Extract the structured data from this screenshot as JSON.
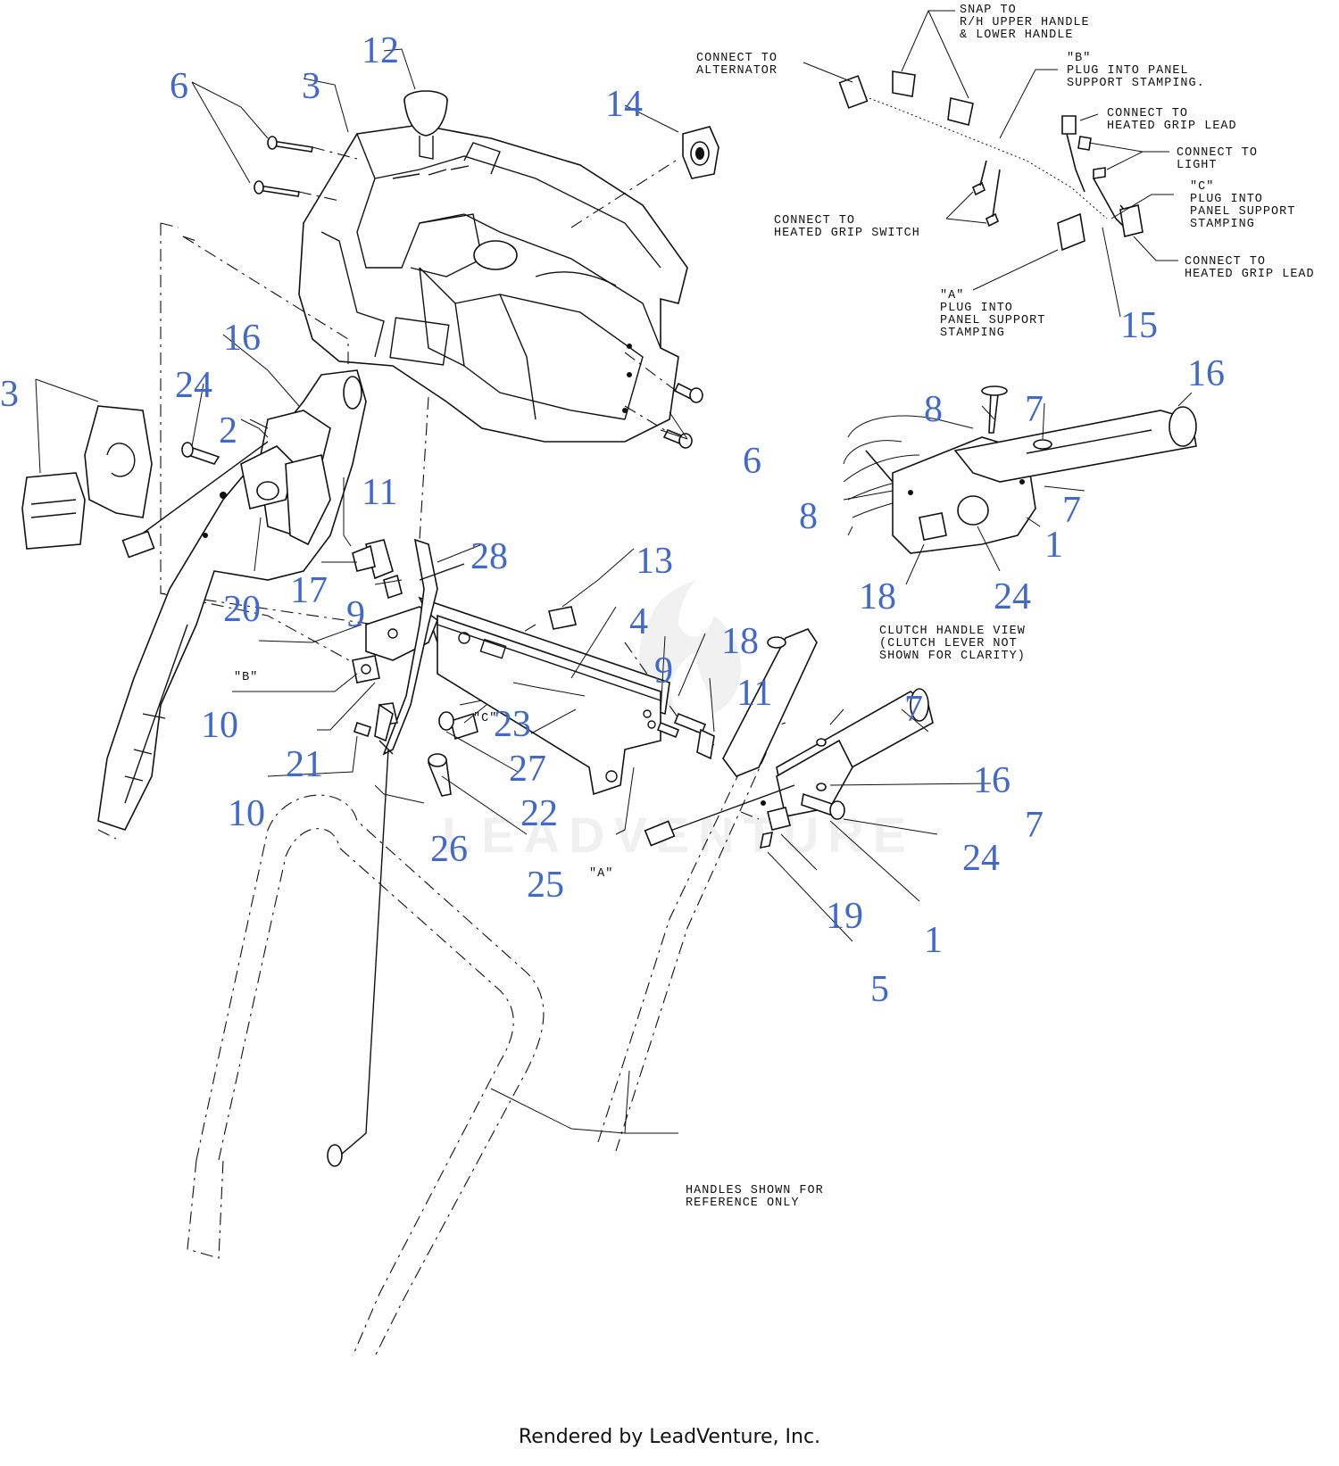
{
  "callouts": [
    {
      "id": "c-3a",
      "text": "3"
    },
    {
      "id": "c-3b",
      "text": "3"
    },
    {
      "id": "c-6a",
      "text": "6"
    },
    {
      "id": "c-6b",
      "text": "6"
    },
    {
      "id": "c-12",
      "text": "12"
    },
    {
      "id": "c-14",
      "text": "14"
    },
    {
      "id": "c-15",
      "text": "15"
    },
    {
      "id": "c-16a",
      "text": "16"
    },
    {
      "id": "c-16b",
      "text": "16"
    },
    {
      "id": "c-16c",
      "text": "16"
    },
    {
      "id": "c-24a",
      "text": "24"
    },
    {
      "id": "c-24b",
      "text": "24"
    },
    {
      "id": "c-24c",
      "text": "24"
    },
    {
      "id": "c-2",
      "text": "2"
    },
    {
      "id": "c-11a",
      "text": "11"
    },
    {
      "id": "c-11b",
      "text": "11"
    },
    {
      "id": "c-28",
      "text": "28"
    },
    {
      "id": "c-13",
      "text": "13"
    },
    {
      "id": "c-17",
      "text": "17"
    },
    {
      "id": "c-20",
      "text": "20"
    },
    {
      "id": "c-9a",
      "text": "9"
    },
    {
      "id": "c-9b",
      "text": "9"
    },
    {
      "id": "c-4",
      "text": "4"
    },
    {
      "id": "c-18a",
      "text": "18"
    },
    {
      "id": "c-18b",
      "text": "18"
    },
    {
      "id": "c-10a",
      "text": "10"
    },
    {
      "id": "c-10b",
      "text": "10"
    },
    {
      "id": "c-21",
      "text": "21"
    },
    {
      "id": "c-23",
      "text": "23"
    },
    {
      "id": "c-27",
      "text": "27"
    },
    {
      "id": "c-22",
      "text": "22"
    },
    {
      "id": "c-26",
      "text": "26"
    },
    {
      "id": "c-25",
      "text": "25"
    },
    {
      "id": "c-7a",
      "text": "7"
    },
    {
      "id": "c-7b",
      "text": "7"
    },
    {
      "id": "c-7c",
      "text": "7"
    },
    {
      "id": "c-7d",
      "text": "7"
    },
    {
      "id": "c-8a",
      "text": "8"
    },
    {
      "id": "c-8b",
      "text": "8"
    },
    {
      "id": "c-1a",
      "text": "1"
    },
    {
      "id": "c-1b",
      "text": "1"
    },
    {
      "id": "c-19",
      "text": "19"
    },
    {
      "id": "c-5",
      "text": "5"
    }
  ],
  "notes": {
    "snap": [
      "SNAP TO",
      "R/H  UPPER HANDLE",
      "& LOWER HANDLE"
    ],
    "alternator": [
      "CONNECT TO",
      "ALTERNATOR"
    ],
    "plug_b": [
      "\"B\"",
      "PLUG INTO PANEL",
      "SUPPORT STAMPING."
    ],
    "heated_grip_lead_1": [
      "CONNECT TO",
      "HEATED GRIP LEAD"
    ],
    "light": [
      "CONNECT TO",
      "LIGHT"
    ],
    "plug_c": [
      "\"C\"",
      "PLUG INTO",
      "PANEL SUPPORT",
      "STAMPING"
    ],
    "heated_grip_switch": [
      "CONNECT TO",
      "HEATED GRIP SWITCH"
    ],
    "heated_grip_lead_2": [
      "CONNECT TO",
      "HEATED GRIP LEAD"
    ],
    "plug_a": [
      "\"A\"",
      "PLUG INTO",
      "PANEL SUPPORT",
      "STAMPING"
    ],
    "clutch_view": [
      "CLUTCH HANDLE VIEW",
      "(CLUTCH LEVER NOT",
      "SHOWN FOR CLARITY)"
    ],
    "handles_ref": [
      "HANDLES SHOWN FOR",
      "REFERENCE ONLY"
    ]
  },
  "point_labels": {
    "b": "\"B\"",
    "c": "\"C\"",
    "a": "\"A\""
  },
  "watermark": "LEADVENTURE",
  "footer": "Rendered by LeadVenture, Inc.",
  "colors": {
    "callout": "#4169c9",
    "line": "#111111",
    "background": "#ffffff"
  }
}
